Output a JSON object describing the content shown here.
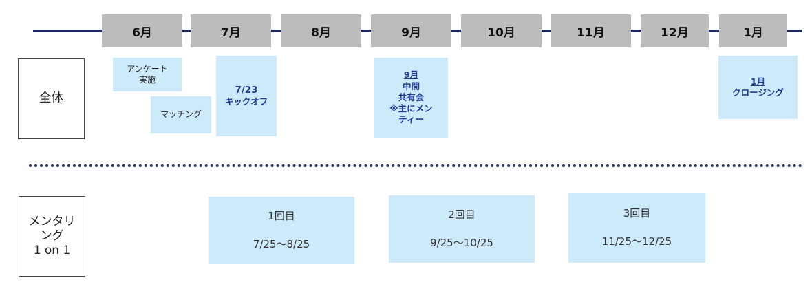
{
  "months": [
    "6月",
    "7月",
    "8月",
    "9月",
    "10月",
    "11月",
    "12月",
    "1月"
  ],
  "rows": {
    "overall": "全体",
    "mentoring": [
      "メンタリ",
      "ング",
      "1 on 1"
    ]
  },
  "overall_items": {
    "survey": [
      "アンケート",
      "実施"
    ],
    "matching": "マッチング",
    "kickoff": {
      "date": "7/23",
      "label": "キックオフ"
    },
    "midterm": {
      "date": "9月",
      "lines": [
        "中間",
        "共有会",
        "※主にメン",
        "ティー"
      ]
    },
    "closing": {
      "date": "1月",
      "label": "クロージング"
    }
  },
  "sessions": [
    {
      "title": "1回目",
      "range": "7/25～8/25"
    },
    {
      "title": "2回目",
      "range": "9/25～10/25"
    },
    {
      "title": "3回目",
      "range": "11/25～12/25"
    }
  ]
}
